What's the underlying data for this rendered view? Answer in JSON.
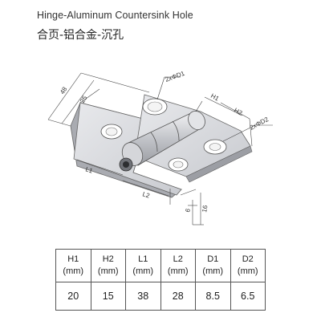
{
  "header": {
    "title_en": "Hinge-Aluminum Countersink Hole",
    "title_cn": "合页-铝合金-沉孔"
  },
  "drawing": {
    "dims": {
      "d48": "48",
      "d25": "25",
      "d1": "2xΦD1",
      "h1": "H1",
      "h2": "H2",
      "d2": "2xΦD2",
      "l1": "L1",
      "l2": "L2",
      "d6": "6",
      "d16": "16"
    }
  },
  "spec_table": {
    "columns": [
      {
        "name": "H1",
        "unit": "(mm)",
        "value": "20"
      },
      {
        "name": "H2",
        "unit": "(mm)",
        "value": "15"
      },
      {
        "name": "L1",
        "unit": "(mm)",
        "value": "38"
      },
      {
        "name": "L2",
        "unit": "(mm)",
        "value": "28"
      },
      {
        "name": "D1",
        "unit": "(mm)",
        "value": "8.5"
      },
      {
        "name": "D2",
        "unit": "(mm)",
        "value": "6.5"
      }
    ]
  }
}
